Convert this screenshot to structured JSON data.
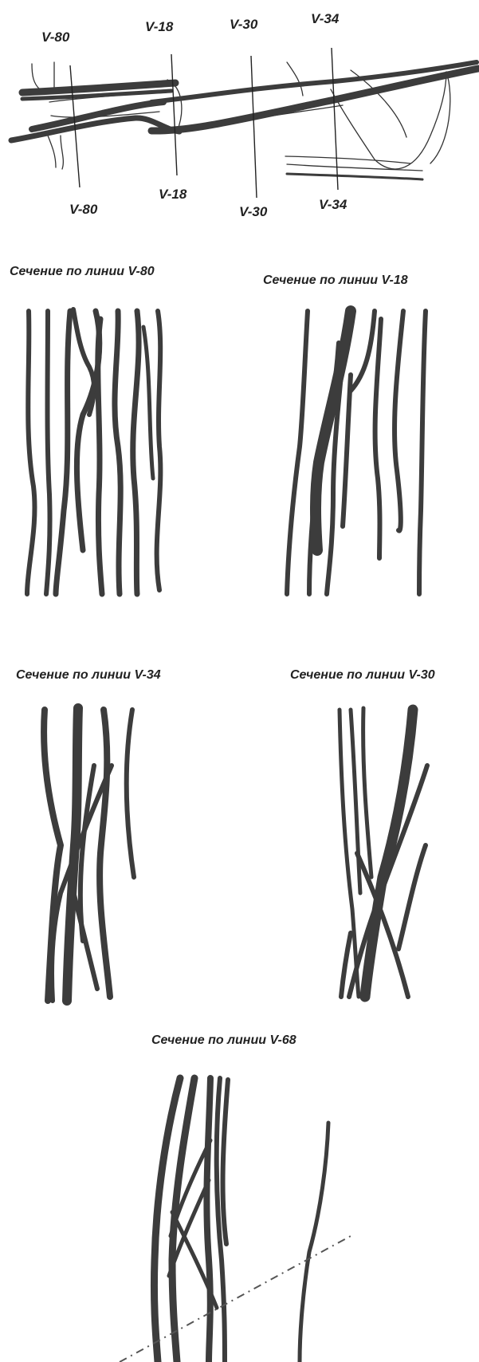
{
  "plan": {
    "top_labels": [
      "V-80",
      "V-18",
      "V-30",
      "V-34"
    ],
    "bottom_labels": [
      "V-80",
      "V-18",
      "V-30",
      "V-34"
    ]
  },
  "sections": {
    "v80_title": "Сечение по линии V-80",
    "v18_title": "Сечение по линии V-18",
    "v34_title": "Сечение по линии V-34",
    "v30_title": "Сечение по линии V-30",
    "v68_title": "Сечение по линии V-68"
  }
}
